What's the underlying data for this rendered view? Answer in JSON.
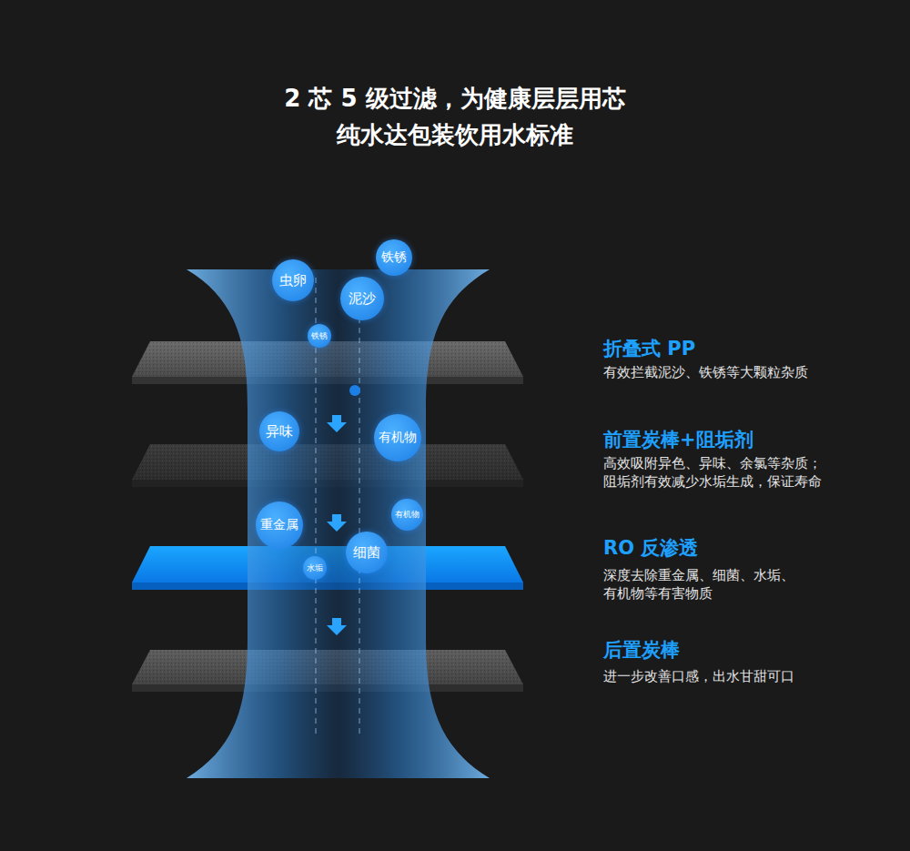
{
  "diagram": {
    "title": "2 芯 5 级过滤，为健康层层用芯 纯水达包装饮用水标准",
    "nodes": [
      {
        "text": [
          "铁锈"
        ]
      },
      {
        "text": [
          "虫卵"
        ]
      },
      {
        "text": [
          "泥沙"
        ]
      },
      {
        "text": [
          "铁锈"
        ]
      },
      {
        "text": [
          "异味"
        ]
      },
      {
        "text": [
          "有机物"
        ]
      },
      {
        "text": [
          "重金属"
        ]
      },
      {
        "text": [
          "有机物"
        ]
      },
      {
        "text": [
          "细菌"
        ]
      },
      {
        "text": [
          "水垢"
        ]
      }
    ],
    "labels": [
      "折叠式 PP",
      "有效拦截泥沙、铁锈等大颗粒杂质",
      "前置炭棒+阻垢剂",
      "高效吸附异色、异味、余氯等杂质； 阻垢剂有效减少水垢生成，保证寿命",
      "RO 反渗透",
      "深度去除重金属、细菌、水垢、 有机物等有害物质",
      "后置炭棒",
      "进一步改善口感，出水甘甜可口"
    ]
  }
}
